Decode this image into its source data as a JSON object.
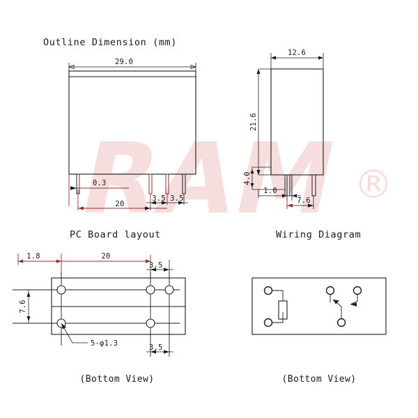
{
  "watermark": {
    "text": "RAM",
    "registered_symbol": "®",
    "color": "#f7dede"
  },
  "sections": {
    "outline_dimension": {
      "title": "Outline Dimension (mm)",
      "front_view": {
        "dims": {
          "width": "29.0",
          "pin_edge_offset": "0.3",
          "pin_span": "20",
          "pin_pitch_a": "3.5",
          "pin_pitch_b": "3.5"
        }
      },
      "side_view": {
        "dims": {
          "width": "12.6",
          "height": "21.6",
          "pin_length": "4.0",
          "pin_offset": "1.0",
          "pin_spacing": "7.6"
        }
      }
    },
    "pc_board_layout": {
      "title": "PC Board layout",
      "caption": "(Bottom View)",
      "dims": {
        "left_offset": "1.8",
        "span": "20",
        "pitch_top": "3.5",
        "row_spacing": "7.6",
        "pitch_bottom": "3.5"
      },
      "hole_callout": "5-φ1.3",
      "hole_count": 5
    },
    "wiring_diagram": {
      "title": "Wiring Diagram",
      "caption": "(Bottom View)",
      "coil_terminals": 2,
      "switch_terminals": 3,
      "contact_type": "SPDT"
    }
  }
}
